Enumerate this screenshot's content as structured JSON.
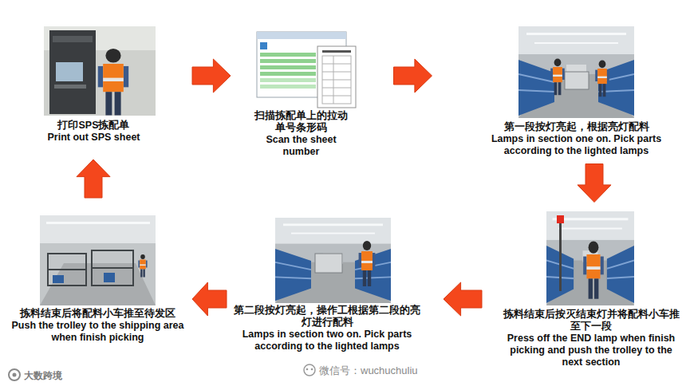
{
  "diagram": {
    "nodes": [
      {
        "text": [
          "打印SPS拣配单",
          "Print out SPS sheet"
        ]
      },
      {
        "text": [
          "扫描拣配单上的拉动单号条形码",
          "Scan the sheet number"
        ]
      },
      {
        "text": [
          "第一段按灯亮起，根据亮灯配料",
          "Lamps in section one on. Pick parts according to the lighted lamps"
        ]
      },
      {
        "text": [
          "拣料结束后按灭结束灯并将配料小车推至下一段",
          "Press off the END lamp when finish picking and push the trolley to the next section"
        ]
      },
      {
        "text": [
          "第二段按灯亮起，操作工根据第二段的亮灯进行配料",
          "Lamps in section two on. Pick parts according to the lighted lamps"
        ]
      },
      {
        "text": [
          "拣料结束后将配料小车推至待发区",
          "Push the trolley to the shipping area when finish picking"
        ]
      }
    ],
    "edges": [
      {
        "from": 0,
        "to": 1,
        "arrow": "to"
      },
      {
        "from": 1,
        "to": 2,
        "arrow": "to"
      },
      {
        "from": 2,
        "to": 3,
        "arrow": "to"
      },
      {
        "from": 3,
        "to": 4,
        "arrow": "to"
      },
      {
        "from": 4,
        "to": 5,
        "arrow": "to"
      },
      {
        "from": 5,
        "to": 0,
        "arrow": "to"
      }
    ],
    "labels": [
      "微信号：wuchuchuliu",
      "大数跨境"
    ]
  }
}
